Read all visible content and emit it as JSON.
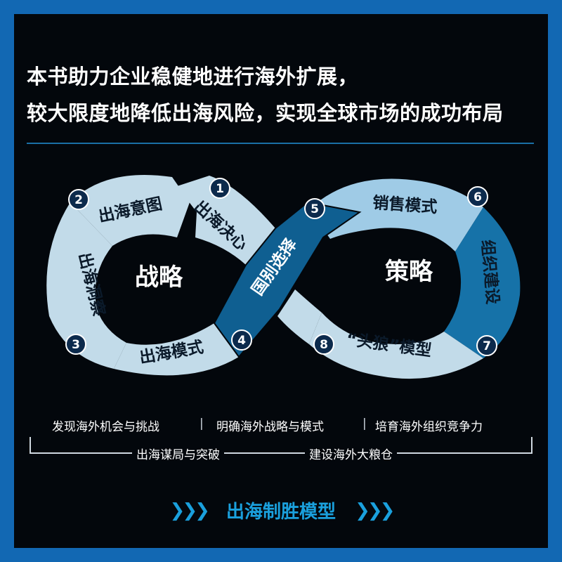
{
  "headline": {
    "line1": "本书助力企业稳健地进行海外扩展，",
    "line2": "较大限度地降低出海风险，实现全球市场的成功布局"
  },
  "diagram": {
    "left_center": "战略",
    "right_center": "策略",
    "segments": [
      {
        "num": "1",
        "label": "出海决心"
      },
      {
        "num": "2",
        "label": "出海意图"
      },
      {
        "num": "3",
        "label": "出海洞察"
      },
      {
        "num": "4",
        "label": "出海模式"
      },
      {
        "num": "5",
        "label": "国别选择"
      },
      {
        "num": "6",
        "label": "销售模式"
      },
      {
        "num": "7",
        "label": "组织建设"
      },
      {
        "num": "8",
        "label": "“头狼”模型"
      }
    ]
  },
  "goals": {
    "g1": "发现海外机会与挑战",
    "g2": "明确海外战略与模式",
    "g3": "培育海外组织竞争力",
    "separator": "|"
  },
  "phases": {
    "p1": "出海谋局与突破",
    "p2": "建设海外大粮仓"
  },
  "cta": {
    "chevrons": "❯❯❯",
    "text": "出海制胜模型"
  },
  "colors": {
    "light_band": "#c2dbe9",
    "mid_band": "#9fcbe6",
    "dark_band": "#1672a8",
    "arrow": "#0f5f91",
    "badge": "#0c2a4c",
    "accent": "#1aa0dd"
  }
}
